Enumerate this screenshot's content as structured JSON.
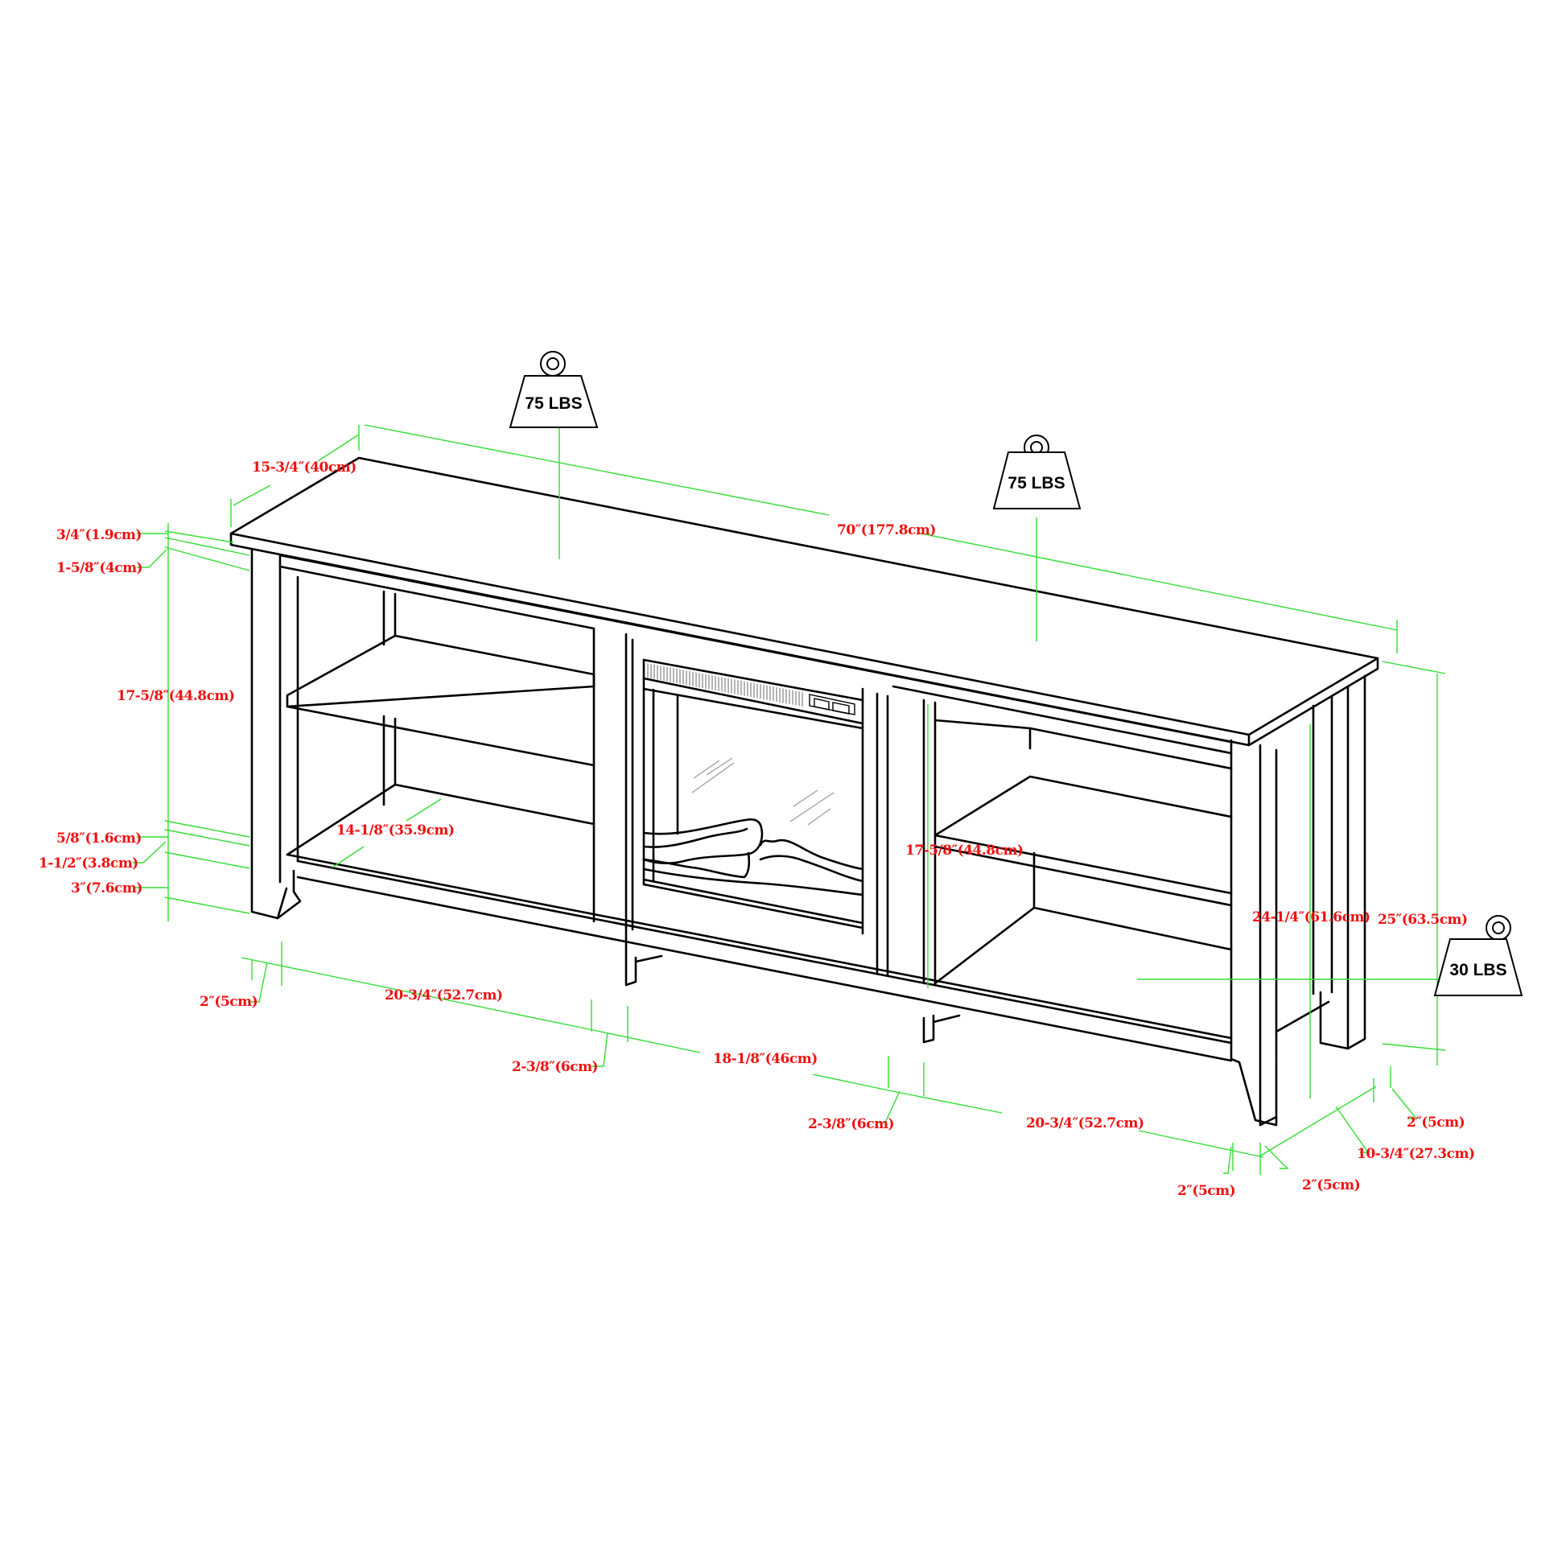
{
  "diagram": {
    "subject": "TV stand with electric fireplace insert - dimension drawing",
    "colors": {
      "outline": "#000000",
      "dimension_line": "#33dd33",
      "dimension_text": "#ee1111",
      "background": "#ffffff"
    },
    "weights": [
      {
        "label": "75 LBS",
        "position": "top-left-surface"
      },
      {
        "label": "75 LBS",
        "position": "top-right-surface"
      },
      {
        "label": "30 LBS",
        "position": "shelf"
      }
    ],
    "dimensions": {
      "depth_top": "15-3/4″(40cm)",
      "width_total": "70″(177.8cm)",
      "top_thickness": "3/4″(1.9cm)",
      "apron_height": "1-5/8″(4cm)",
      "opening_height_left": "17-5/8″(44.8cm)",
      "shelf_thickness": "5/8″(1.6cm)",
      "bottom_rail": "1-1/2″(3.8cm)",
      "leg_clearance": "3″(7.6cm)",
      "shelf_depth": "14-1/8″(35.9cm)",
      "opening_height_right": "17-5/8″(44.8cm)",
      "inner_height": "24-1/4″(61.6cm)",
      "total_height": "25″(63.5cm)",
      "leg_left": "2″(5cm)",
      "left_bay": "20-3/4″(52.7cm)",
      "divider_left": "2-3/8″(6cm)",
      "fireplace_bay": "18-1/8″(46cm)",
      "divider_right": "2-3/8″(6cm)",
      "right_bay": "20-3/4″(52.7cm)",
      "leg_front_right": "2″(5cm)",
      "leg_front_right_depth": "2″(5cm)",
      "leg_back_right": "2″(5cm)",
      "side_inner_depth": "10-3/4″(27.3cm)"
    }
  }
}
